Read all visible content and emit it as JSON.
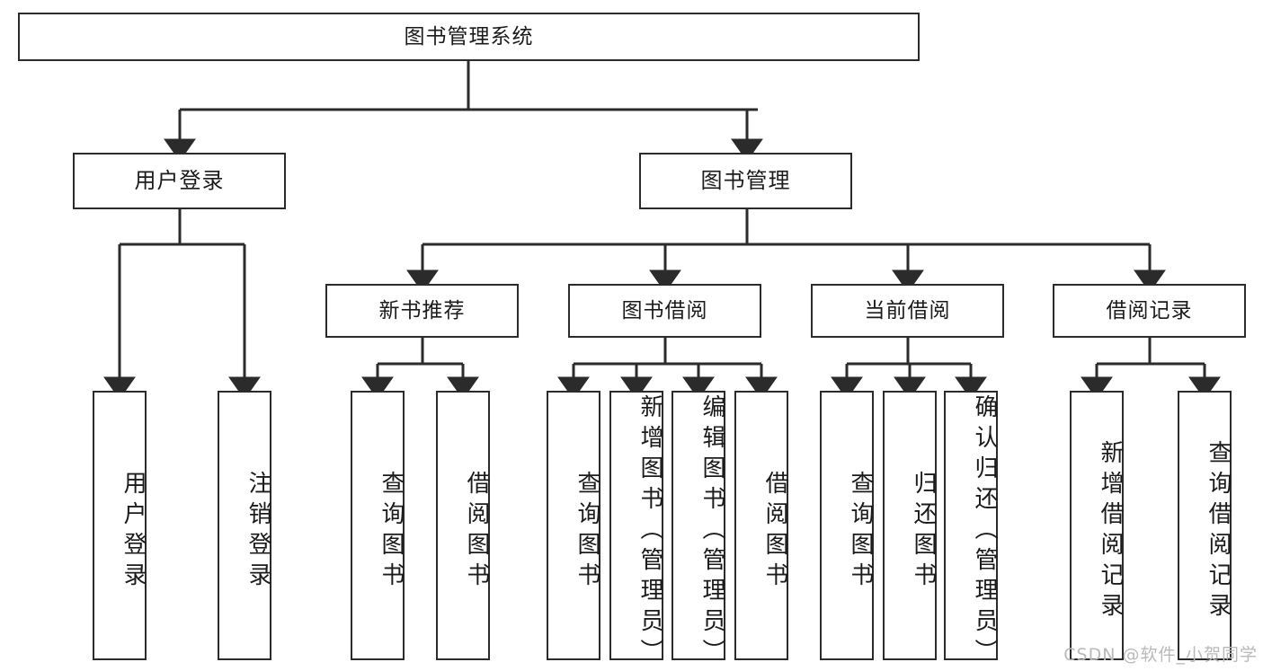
{
  "diagram": {
    "type": "tree",
    "title": "图书管理系统",
    "colors": {
      "box_border": "#2b2b2b",
      "box_fill": "#ffffff",
      "edge": "#2b2b2b",
      "text": "#1b1b1b",
      "watermark": "#b9b9b9"
    },
    "nodes": {
      "root": {
        "label": "图书管理系统"
      },
      "user_login": {
        "label": "用户登录"
      },
      "book_manage": {
        "label": "图书管理"
      },
      "new_book_rec": {
        "label": "新书推荐"
      },
      "book_borrow": {
        "label": "图书借阅"
      },
      "current_borrow": {
        "label": "当前借阅"
      },
      "borrow_record": {
        "label": "借阅记录"
      },
      "leaf_user_login": {
        "label": "用户登录"
      },
      "leaf_logout": {
        "label": "注销登录"
      },
      "leaf_query_book_1": {
        "label": "查询图书"
      },
      "leaf_borrow_book_1": {
        "label": "借阅图书"
      },
      "leaf_query_book_2": {
        "label": "查询图书"
      },
      "leaf_add_book": {
        "label": "新增图书（管理员）"
      },
      "leaf_edit_book": {
        "label": "编辑图书（管理员）"
      },
      "leaf_borrow_book_2": {
        "label": "借阅图书"
      },
      "leaf_query_book_3": {
        "label": "查询图书"
      },
      "leaf_return_book": {
        "label": "归还图书"
      },
      "leaf_confirm_return": {
        "label": "确认归还（管理员）"
      },
      "leaf_add_record": {
        "label": "新增借阅记录"
      },
      "leaf_query_record": {
        "label": "查询借阅记录"
      }
    }
  },
  "watermark": {
    "text": "CSDN @软件_小贺同学"
  }
}
